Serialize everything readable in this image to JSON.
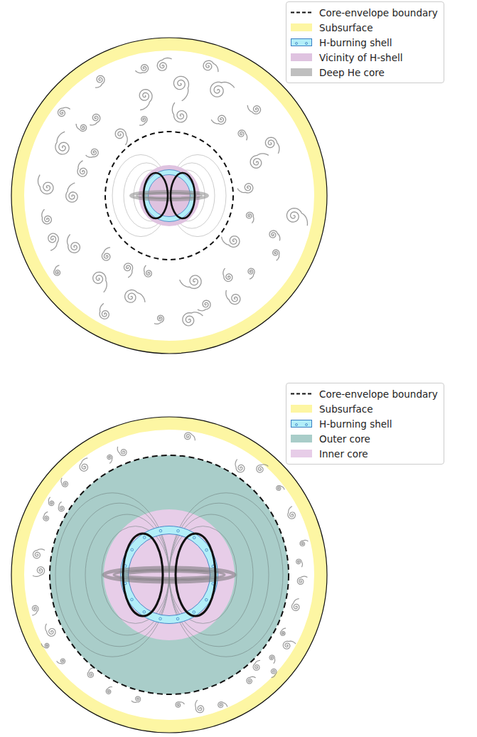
{
  "diagram": {
    "legend": [
      {
        "text": "Core-envelope boundary"
      },
      {
        "text": "Subsurface",
        "color": "#fdf6a3"
      },
      {
        "text": "H-burning shell",
        "color": "#b2eef8"
      },
      {
        "text": "Vicinity of H-shell",
        "color": "#dfc3e0"
      },
      {
        "text": "Deep He core",
        "color": "#bfbfbf"
      },
      {
        "text": "Core-envelope boundary"
      },
      {
        "text": "Subsurface",
        "color": "#fdf6a3"
      },
      {
        "text": "H-burning shell",
        "color": "#b2eef8"
      },
      {
        "text": "Outer core",
        "color": "#a9cdc9"
      },
      {
        "text": "Inner core",
        "color": "#e7cde8"
      }
    ]
  }
}
